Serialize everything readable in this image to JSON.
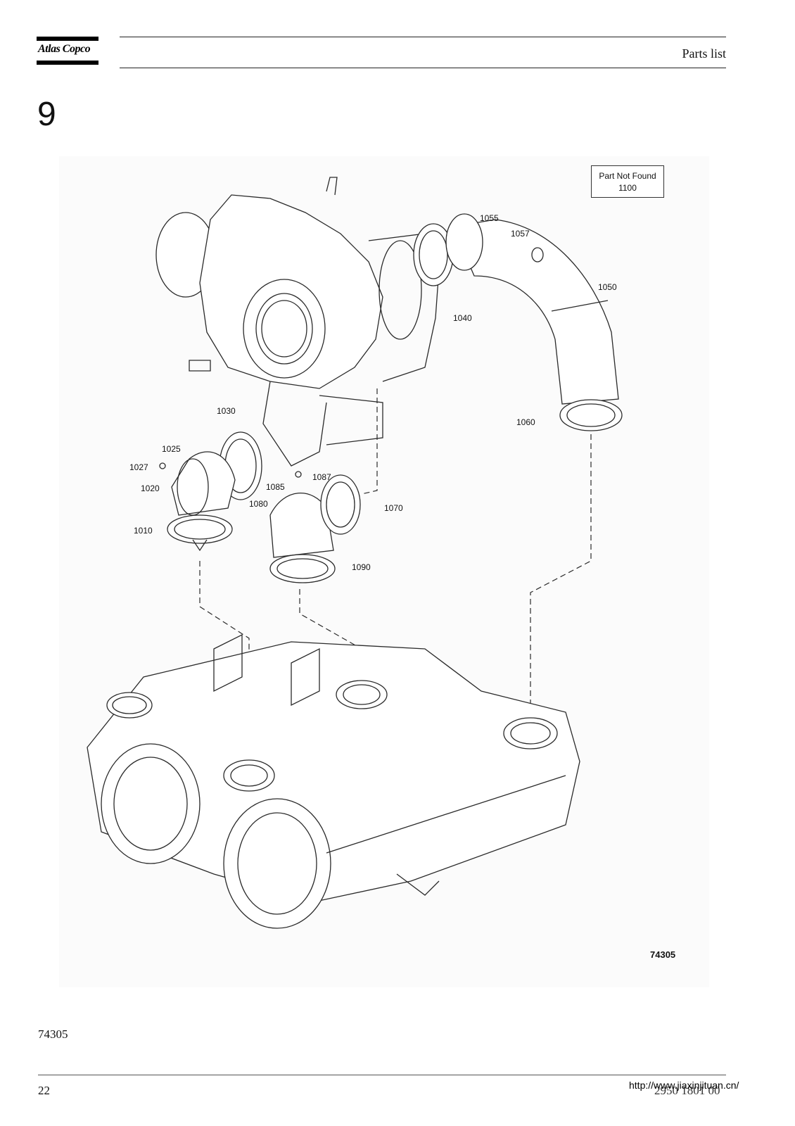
{
  "header": {
    "brand": "Atlas Copco",
    "section_title": "Parts list",
    "chapter_number": "9"
  },
  "drawing": {
    "not_found_box": {
      "line1": "Part Not Found",
      "line2": "1100"
    },
    "figure_number": "74305",
    "callouts": [
      "1055",
      "1057",
      "1050",
      "1040",
      "1060",
      "1030",
      "1025",
      "1027",
      "1020",
      "1087",
      "1085",
      "1080",
      "1070",
      "1010",
      "1090"
    ]
  },
  "footer": {
    "figure_id": "74305",
    "page_number": "22",
    "document_number": "2950 1801 00",
    "watermark": "http://www.jiaxinjituan.cn/"
  }
}
